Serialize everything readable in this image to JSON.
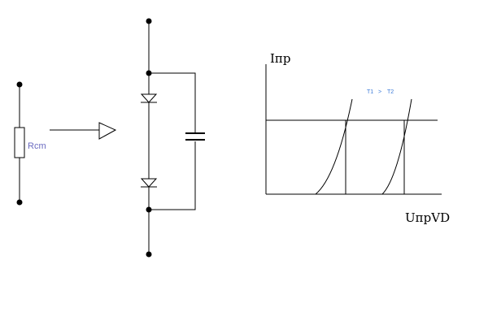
{
  "diagram": {
    "resistor_label": "Rcm",
    "condition_left": "T1",
    "condition_op": ">",
    "condition_right": "T2",
    "y_axis_label": "Iпр",
    "x_axis_label": "UпрVD"
  }
}
